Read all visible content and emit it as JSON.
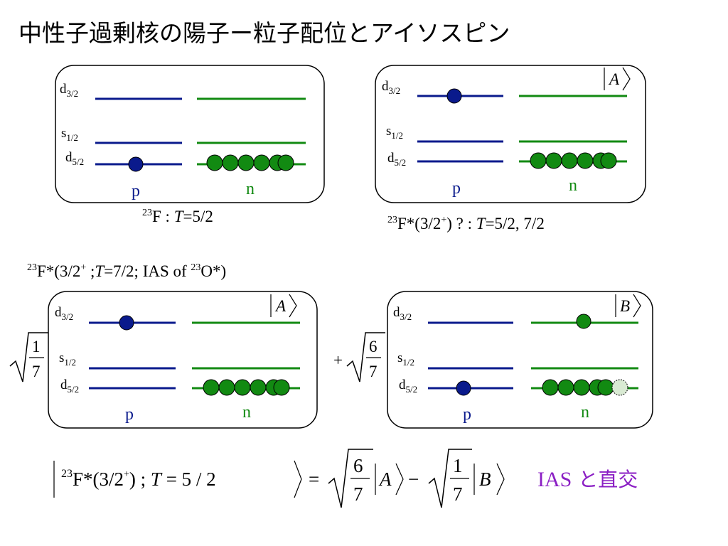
{
  "title": "中性子過剰核の陽子ー粒子配位とアイソスピン",
  "colors": {
    "proton": "#0a1a8c",
    "neutron": "#128a12",
    "neutron_hole": "#d9ead3",
    "frame": "#000000",
    "accent": "#8b1fc4"
  },
  "level_labels": {
    "d32_base": "d",
    "d32_sub": "3/2",
    "s12_base": "s",
    "s12_sub": "1/2",
    "d52_base": "d",
    "d52_sub": "5/2"
  },
  "particle_labels": {
    "proton": "p",
    "neutron": "n"
  },
  "panels": [
    {
      "id": "p1",
      "ket": "",
      "proton_orbit": "d52",
      "neutron_d52_count": 6,
      "neutron_hole": false,
      "neutron_d32": false
    },
    {
      "id": "p2",
      "ket": "A",
      "proton_orbit": "d32",
      "neutron_d52_count": 6,
      "neutron_hole": false,
      "neutron_d32": false
    },
    {
      "id": "p3",
      "ket": "A",
      "proton_orbit": "d32",
      "neutron_d52_count": 6,
      "neutron_hole": false,
      "neutron_d32": false
    },
    {
      "id": "p4",
      "ket": "B",
      "proton_orbit": "d52",
      "neutron_d52_count": 5,
      "neutron_hole": true,
      "neutron_d32": true
    }
  ],
  "captions": {
    "p1": {
      "mass": "23",
      "text": "F : ",
      "T": "T",
      "rest": "=5/2"
    },
    "p2": {
      "mass": "23",
      "pre": "F*(3/2",
      "sup": "+",
      "post": ") ? : ",
      "T": "T",
      "rest": "=5/2, 7/2"
    },
    "ias": {
      "mass": "23",
      "pre": "F*(3/2",
      "sup": "+",
      "mid": " ;",
      "T": "T",
      "mid2": "=7/2; IAS of ",
      "mass2": "23",
      "post": "O*)"
    }
  },
  "coefficients": {
    "left": {
      "num": "1",
      "den": "7"
    },
    "plus": "+",
    "right": {
      "num": "6",
      "den": "7"
    }
  },
  "formula": {
    "mass": "23",
    "pre": "F*(3/2",
    "sup": "+",
    "post": ") ; ",
    "T": "T",
    "eq1": " = 5 / 2",
    "eq2": "=",
    "c1": {
      "num": "6",
      "den": "7"
    },
    "ketA": "A",
    "minus": "−",
    "c2": {
      "num": "1",
      "den": "7"
    },
    "ketB": "B"
  },
  "note": {
    "latin": "IAS",
    "jp": " と直交"
  }
}
